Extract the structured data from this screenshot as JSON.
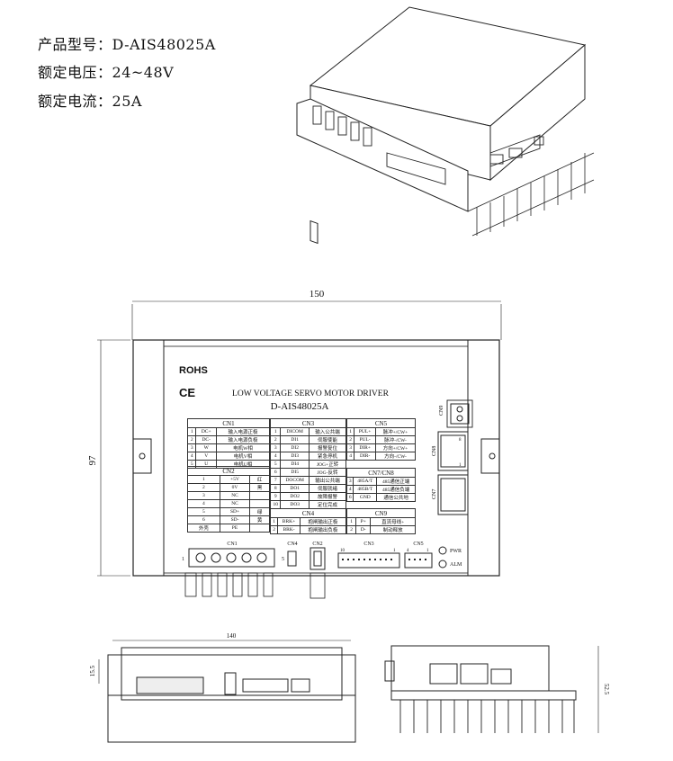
{
  "specs": [
    {
      "label": "产品型号：",
      "value": "D-AIS48025A"
    },
    {
      "label": "额定电压：",
      "value": "24~48V"
    },
    {
      "label": "额定电流：",
      "value": "25A"
    }
  ],
  "front_view": {
    "width_dim": "150",
    "height_dim": "97",
    "rohs": "ROHS",
    "ce": "CE",
    "title": "LOW VOLTAGE SERVO MOTOR DRIVER",
    "model": "D-AIS48025A",
    "labels": {
      "cn9": "CN9",
      "cn8": "CN8",
      "cn7": "CN7",
      "cn1": "CN1",
      "cn4": "CN4",
      "cn2": "CN2",
      "cn3": "CN3",
      "cn5": "CN5",
      "pwr": "PWR",
      "alm": "ALM",
      "cn1_pin1": "1",
      "cn4_pin": "5",
      "cn3_pin10": "10",
      "cn3_pin1": "1",
      "cn5_pin4": "4",
      "cn5_pin1": "1",
      "rj_pin8": "8",
      "rj_pin1": "1"
    },
    "tables": {
      "cn1": {
        "title": "CN1",
        "rows": [
          [
            "1",
            "DC+",
            "输入电源正极"
          ],
          [
            "2",
            "DC-",
            "输入电源负极"
          ],
          [
            "3",
            "W",
            "电机W相"
          ],
          [
            "4",
            "V",
            "电机V相"
          ],
          [
            "5",
            "U",
            "电机U相"
          ]
        ]
      },
      "cn2": {
        "title": "CN2",
        "rows": [
          [
            "1",
            "+5V",
            "红"
          ],
          [
            "2",
            "0V",
            "黑"
          ],
          [
            "3",
            "NC",
            ""
          ],
          [
            "4",
            "NC",
            ""
          ],
          [
            "5",
            "SD+",
            "绿"
          ],
          [
            "6",
            "SD-",
            "黄"
          ],
          [
            "外壳",
            "PE",
            ""
          ]
        ]
      },
      "cn3": {
        "title": "CN3",
        "rows": [
          [
            "1",
            "DICOM",
            "输入公共端"
          ],
          [
            "2",
            "DI1",
            "伺服使能"
          ],
          [
            "3",
            "DI2",
            "报警复位"
          ],
          [
            "4",
            "DI3",
            "紧急停机"
          ],
          [
            "5",
            "DI4",
            "JOG+正转"
          ],
          [
            "6",
            "DI5",
            "JOG-反转"
          ],
          [
            "7",
            "DOCOM",
            "输出公共端"
          ],
          [
            "8",
            "DO1",
            "伺服就绪"
          ],
          [
            "9",
            "DO2",
            "故障报警"
          ],
          [
            "10",
            "DO3",
            "定位完成"
          ]
        ]
      },
      "cn4": {
        "title": "CN4",
        "rows": [
          [
            "1",
            "BRK+",
            "抱闸输出正极"
          ],
          [
            "2",
            "BRK-",
            "抱闸输出负极"
          ]
        ]
      },
      "cn5": {
        "title": "CN5",
        "rows": [
          [
            "1",
            "PUL+",
            "脉冲+/CW+"
          ],
          [
            "2",
            "PUL-",
            "脉冲-/CW-"
          ],
          [
            "3",
            "DIR+",
            "方向+/CW+"
          ],
          [
            "4",
            "DIR-",
            "方向-/CW-"
          ]
        ]
      },
      "cn78": {
        "title": "CN7/CN8",
        "rows": [
          [
            "3",
            "485A/T",
            "485通信正端"
          ],
          [
            "4",
            "485B/T",
            "485通信负端"
          ],
          [
            "6",
            "GND",
            "通信公共地"
          ]
        ]
      },
      "cn9": {
        "title": "CN9",
        "rows": [
          [
            "1",
            "P+",
            "直流母线+"
          ],
          [
            "2",
            "D-",
            "制动释放"
          ]
        ]
      }
    }
  },
  "bottom_view": {
    "width_dim": "140",
    "height_dim": "15.5"
  },
  "side_view": {
    "height_dim": "52.5"
  }
}
